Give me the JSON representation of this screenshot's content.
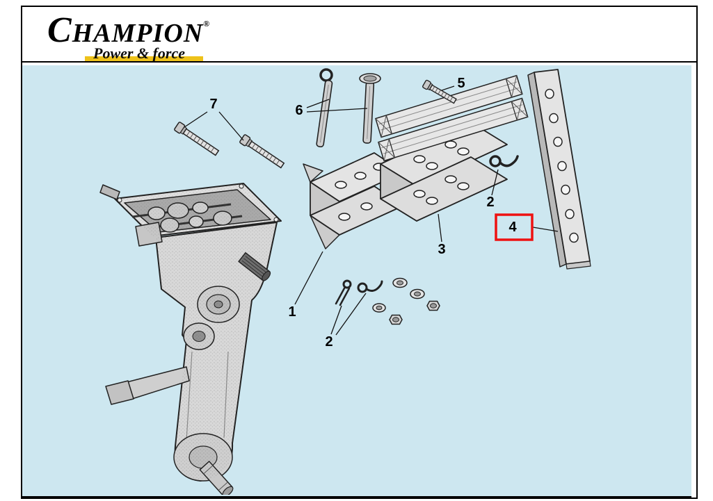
{
  "logo": {
    "brand": "CHAMPION",
    "registered_mark": "®",
    "tagline": "Power & force"
  },
  "colors": {
    "diagram_background": "#cde7f0",
    "highlight_box": "#ee1111",
    "tagline_bar": "#eec21a",
    "line_art": "#222222"
  },
  "diagram": {
    "type": "exploded-parts-diagram",
    "highlighted_callout": "4",
    "callouts": [
      {
        "label": "7",
        "highlighted": false
      },
      {
        "label": "6",
        "highlighted": false
      },
      {
        "label": "5",
        "highlighted": false
      },
      {
        "label": "2",
        "highlighted": false
      },
      {
        "label": "4",
        "highlighted": true
      },
      {
        "label": "3",
        "highlighted": false
      },
      {
        "label": "1",
        "highlighted": false
      },
      {
        "label": "2",
        "highlighted": false
      }
    ]
  }
}
